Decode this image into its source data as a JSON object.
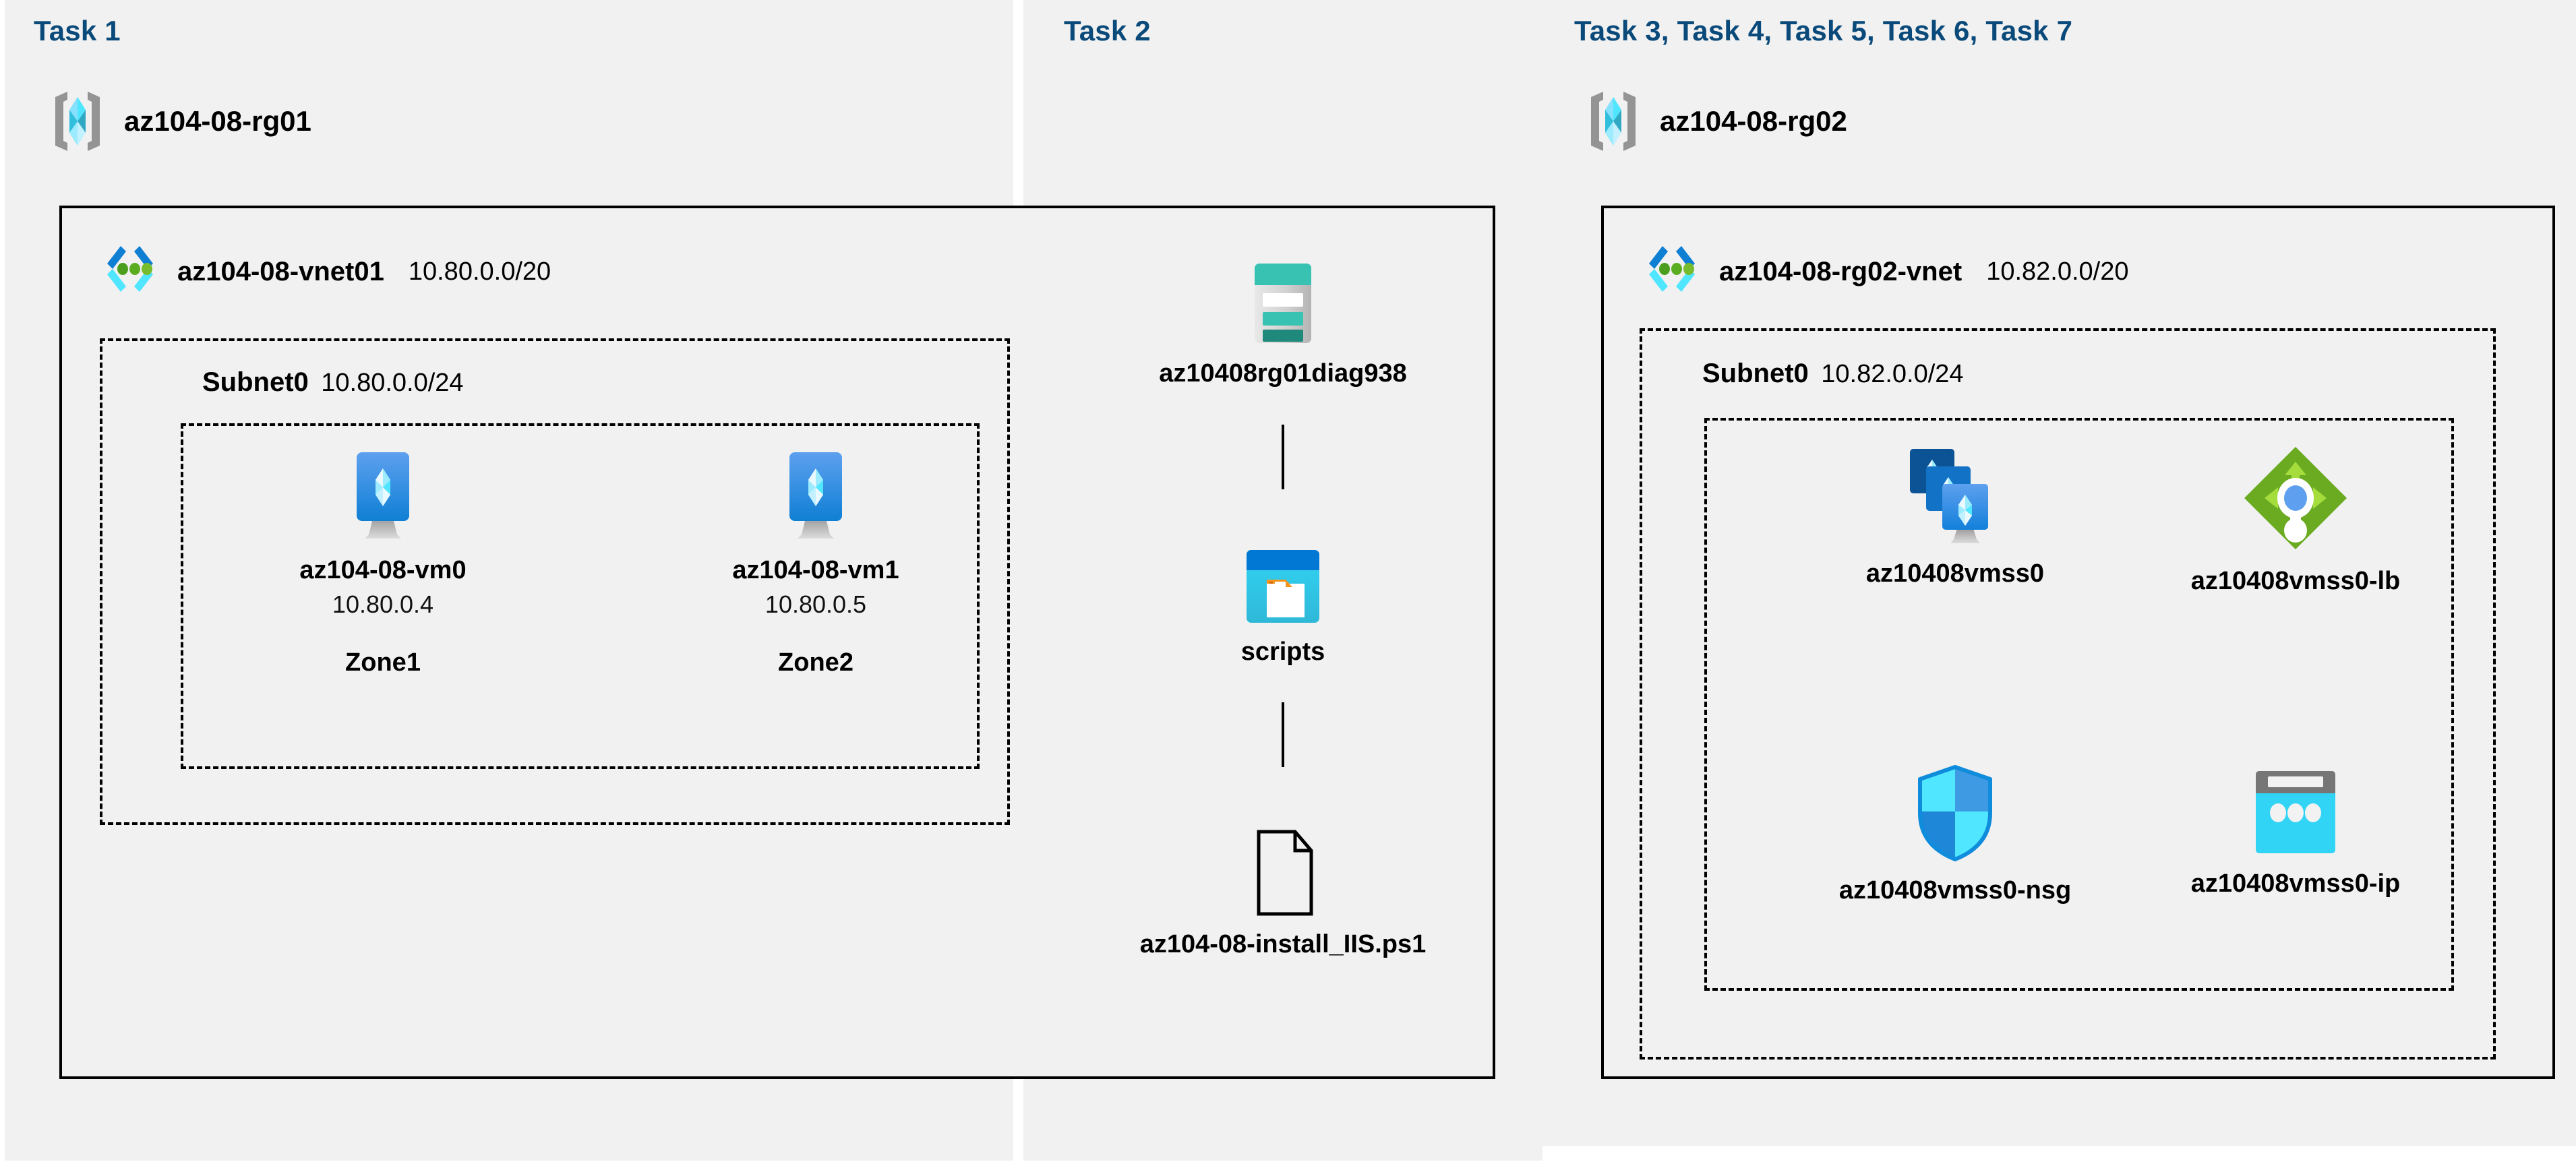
{
  "tasks": {
    "col1_label": "Task 1",
    "col2_label": "Task 2",
    "col3_label": "Task 3, Task 4, Task 5, Task 6, Task 7"
  },
  "colors": {
    "task_label": "#0a4a7a",
    "panel_bg": "#f1f1f1",
    "azure_blue": "#0078d4",
    "cyan": "#32bedd",
    "teal": "#37c2b1",
    "green": "#7fba00",
    "dark_blue": "#0a5ca4"
  },
  "column1": {
    "resource_group": {
      "name": "az104-08-rg01",
      "icon": "resource-group-icon"
    },
    "vnet": {
      "name": "az104-08-vnet01",
      "cidr": "10.80.0.0/20",
      "icon": "virtual-network-icon"
    },
    "subnet": {
      "name": "Subnet0",
      "cidr": "10.80.0.0/24"
    },
    "vms": [
      {
        "name": "az104-08-vm0",
        "ip": "10.80.0.4",
        "zone": "Zone1",
        "icon": "virtual-machine-icon"
      },
      {
        "name": "az104-08-vm1",
        "ip": "10.80.0.5",
        "zone": "Zone2",
        "icon": "virtual-machine-icon"
      }
    ]
  },
  "column2": {
    "storage_account": {
      "name": "az10408rg01diag938",
      "icon": "storage-account-icon"
    },
    "container": {
      "name": "scripts",
      "icon": "blob-container-icon"
    },
    "file": {
      "name": "az104-08-install_IIS.ps1",
      "icon": "file-icon"
    }
  },
  "column3": {
    "resource_group": {
      "name": "az104-08-rg02",
      "icon": "resource-group-icon"
    },
    "vnet": {
      "name": "az104-08-rg02-vnet",
      "cidr": "10.82.0.0/20",
      "icon": "virtual-network-icon"
    },
    "subnet": {
      "name": "Subnet0",
      "cidr": "10.82.0.0/24"
    },
    "resources": [
      {
        "name": "az10408vmss0",
        "icon": "vm-scale-set-icon"
      },
      {
        "name": "az10408vmss0-lb",
        "icon": "load-balancer-icon"
      },
      {
        "name": "az10408vmss0-nsg",
        "icon": "network-security-group-icon"
      },
      {
        "name": "az10408vmss0-ip",
        "icon": "public-ip-address-icon"
      }
    ]
  }
}
